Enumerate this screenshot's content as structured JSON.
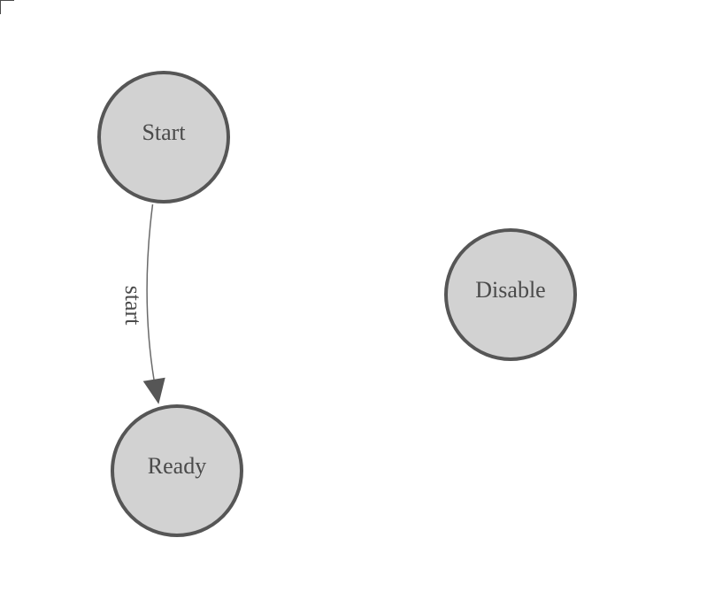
{
  "diagram": {
    "nodes": [
      {
        "id": "start",
        "label": "Start"
      },
      {
        "id": "ready",
        "label": "Ready"
      },
      {
        "id": "disable",
        "label": "Disable"
      }
    ],
    "edges": [
      {
        "from": "start",
        "to": "ready",
        "label": "start"
      }
    ],
    "colors": {
      "background": "#ffffff",
      "node_fill": "#d2d2d2",
      "node_stroke": "#565656",
      "label_color": "#4a4a4a",
      "edge_color": "#6a6a6a"
    }
  }
}
